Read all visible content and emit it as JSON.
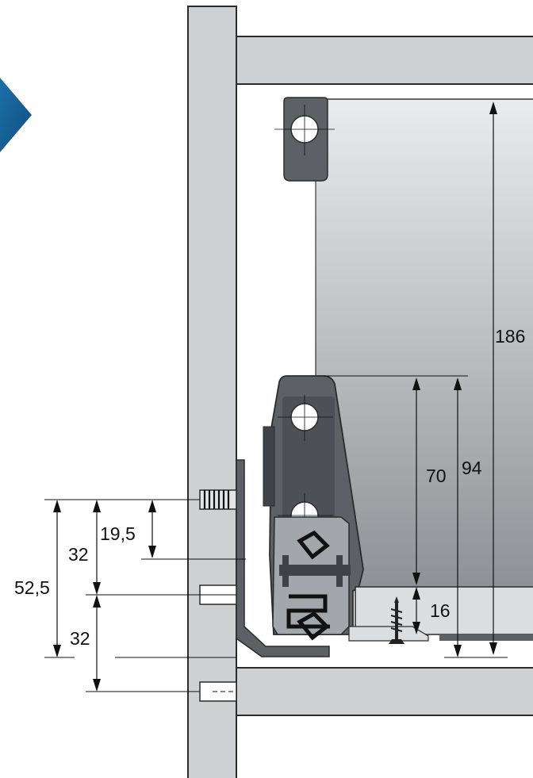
{
  "colors": {
    "panel": "#cfd0d2",
    "panel_stroke": "#2b2b2b",
    "bracket": "#5d6166",
    "bracket_dark": "#3f4348",
    "rail": "#a3a6aa",
    "drawer_side_top": "#eaebec",
    "drawer_side_bottom": "#8e9195",
    "clip_light": "#dcdddf",
    "accent_blue": "#1e6fa8",
    "accent_blue_dark": "#0d4f80",
    "line": "#111111"
  },
  "icons": {
    "corner_marker": "chevron-right-icon",
    "screw": "wood-screw-icon"
  },
  "dimensions": {
    "d186": "186",
    "d94": "94",
    "d70": "70",
    "d16": "16",
    "d19_5": "19,5",
    "d32_upper": "32",
    "d52_5": "52,5",
    "d32_lower": "32"
  }
}
